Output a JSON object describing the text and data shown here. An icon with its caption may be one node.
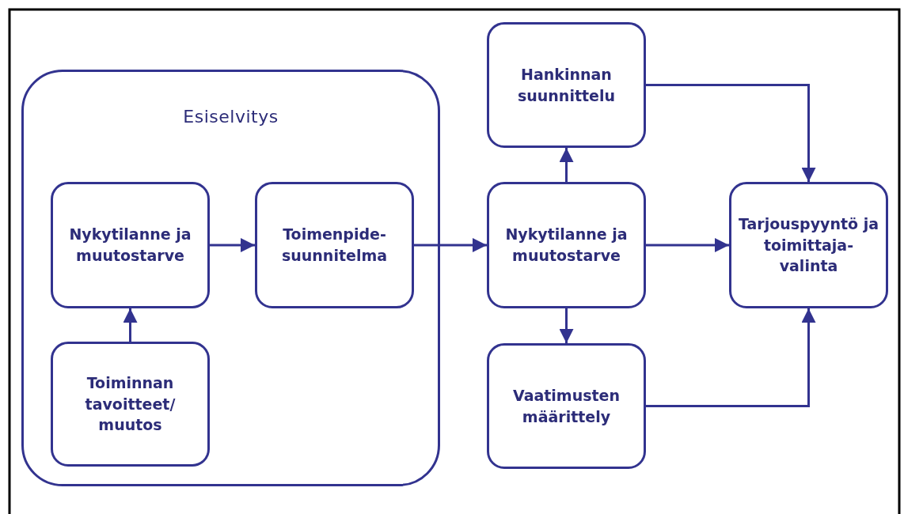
{
  "diagram": {
    "nodes": [
      {
        "text": [
          "Esiselvitys"
        ]
      },
      {
        "text": [
          "Nykytilanne ja muutostarve"
        ],
        "in": 0
      },
      {
        "text": [
          "Toimenpide- suunnitelma"
        ],
        "in": 0
      },
      {
        "text": [
          "Toiminnan tavoitteet/ muutos"
        ],
        "in": 0
      },
      {
        "text": [
          "Hankinnan suunnittelu"
        ]
      },
      {
        "text": [
          "Nykytilanne ja muutostarve"
        ]
      },
      {
        "text": [
          "Vaatimusten määrittely"
        ]
      },
      {
        "text": [
          "Tarjouspyyntö ja toimittaja- valinta"
        ]
      }
    ],
    "edges": [
      {
        "from": 3,
        "to": 1,
        "arrow": "to"
      },
      {
        "from": 1,
        "to": 2,
        "arrow": "to"
      },
      {
        "from": 2,
        "to": 5,
        "arrow": "to"
      },
      {
        "from": 5,
        "to": 4,
        "arrow": "to"
      },
      {
        "from": 5,
        "to": 6,
        "arrow": "to"
      },
      {
        "from": 5,
        "to": 7,
        "arrow": "to"
      },
      {
        "from": 4,
        "to": 7,
        "arrow": "to"
      },
      {
        "from": 6,
        "to": 7,
        "arrow": "to"
      }
    ]
  }
}
